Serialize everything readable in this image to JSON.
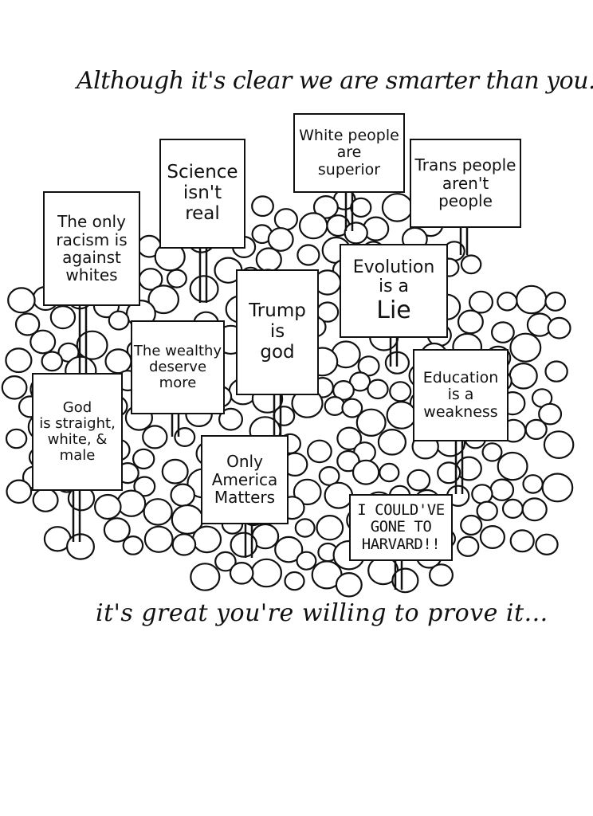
{
  "captions": {
    "top": "Although it's clear we are smarter than you...",
    "bottom": "it's great you're willing to prove it..."
  },
  "signs": [
    {
      "id": "white-people",
      "lines": [
        "White people",
        "are",
        "superior"
      ]
    },
    {
      "id": "science",
      "lines": [
        "Science",
        "isn't",
        "real"
      ]
    },
    {
      "id": "trans-people",
      "lines": [
        "Trans people",
        "aren't",
        "people"
      ]
    },
    {
      "id": "racism",
      "lines": [
        "The only",
        "racism is",
        "against",
        "whites"
      ]
    },
    {
      "id": "evolution",
      "lines": [
        "Evolution",
        "is a",
        "Lie"
      ]
    },
    {
      "id": "trump",
      "lines": [
        "Trump",
        "is",
        "god"
      ]
    },
    {
      "id": "wealthy",
      "lines": [
        "The wealthy",
        "deserve",
        "more"
      ]
    },
    {
      "id": "education",
      "lines": [
        "Education",
        "is a",
        "weakness"
      ]
    },
    {
      "id": "god",
      "lines": [
        "God",
        "is straight,",
        "white, &",
        "male"
      ]
    },
    {
      "id": "america",
      "lines": [
        "Only",
        "America",
        "Matters"
      ]
    },
    {
      "id": "harvard",
      "lines": [
        "I COULD'VE",
        "GONE TO",
        "HARVARD!!"
      ]
    }
  ],
  "colors": {
    "ink": "#111111",
    "paper": "#ffffff"
  }
}
